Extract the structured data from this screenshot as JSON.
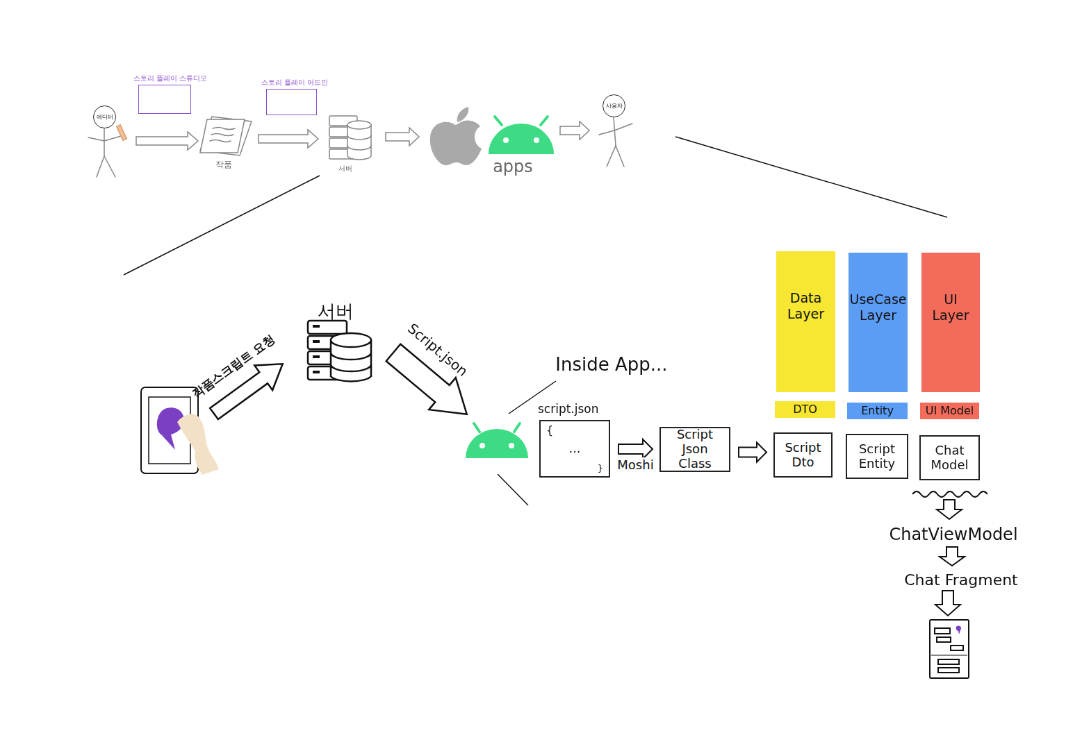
{
  "diagram": {
    "nodes": [
      {
        "text": [
          "스토리 플레이 스튜디오"
        ]
      },
      {
        "text": [
          "스토리 플레이 어드민"
        ]
      },
      {
        "text": [
          "에디터"
        ]
      },
      {
        "text": [
          "사용자"
        ]
      },
      {
        "text": [
          "script.json",
          "{",
          "...",
          "}"
        ]
      },
      {
        "text": [
          "Script Json Class"
        ]
      },
      {
        "text": [
          "Data Layer"
        ]
      },
      {
        "text": [
          "UseCase Layer"
        ]
      },
      {
        "text": [
          "UI Layer"
        ]
      },
      {
        "text": [
          "DTO"
        ]
      },
      {
        "text": [
          "Entity"
        ]
      },
      {
        "text": [
          "UI Model"
        ]
      },
      {
        "text": [
          "Script Dto"
        ]
      },
      {
        "text": [
          "Script Entity"
        ]
      },
      {
        "text": [
          "Chat Model"
        ]
      }
    ],
    "edges": [
      {
        "from": 4,
        "to": 5,
        "label": "Moshi",
        "arrow": "to"
      },
      {
        "from": 5,
        "to": 12,
        "arrow": "to"
      }
    ],
    "labels": [
      "작품",
      "서버",
      "apps",
      "작품스크립트 요청",
      "서버",
      "Script.json",
      "Inside App...",
      "ChatViewModel",
      "Chat Fragment"
    ]
  }
}
